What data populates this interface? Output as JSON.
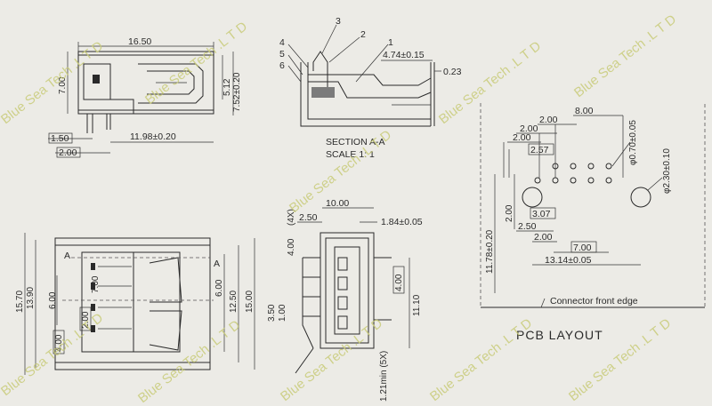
{
  "watermark": "Blue Sea Tech .L T D",
  "side_view": {
    "width": "16.50",
    "height": "7.00",
    "dim_512": "5.12",
    "dim_752": "7.52±0.20",
    "dim_150": "1.50",
    "dim_200": "2.00",
    "dim_1198": "11.98±0.20"
  },
  "section": {
    "callouts": [
      "1",
      "2",
      "3",
      "4",
      "5",
      "6"
    ],
    "dim_474": "4.74±0.15",
    "dim_023": "0.23",
    "title": "SECTION A-A",
    "scale": "SCALE 1: 1"
  },
  "front_view": {
    "dim_1570": "15.70",
    "dim_1390": "13.90",
    "dim_600a": "6.00",
    "dim_700": "7.00",
    "dim_200": "2.00",
    "dim_400": "4.00",
    "dim_600b": "6.00",
    "dim_1250": "12.50",
    "dim_1500": "15.00",
    "marker_a": "A"
  },
  "end_view": {
    "dim_1000": "10.00",
    "dim_250": "2.50",
    "dim_184": "1.84±0.05",
    "dim_4x": "(4X)",
    "dim_400a": "4.00",
    "dim_400b": "4.00",
    "dim_1110": "11.10",
    "dim_350": "3.50",
    "dim_100": "1.00",
    "dim_121": "1.21min (5X)"
  },
  "pcb": {
    "dim_800": "8.00",
    "dim_200a": "2.00",
    "dim_200b": "2.00",
    "dim_200c": "2.00",
    "dim_257": "2.57",
    "dim_070": "φ0.70±0.05",
    "dim_230": "φ2.30±0.10",
    "dim_1178": "11.78±0.20",
    "dim_200d": "2.00",
    "dim_307": "3.07",
    "dim_250": "2.50",
    "dim_200e": "2.00",
    "dim_700": "7.00",
    "dim_1314": "13.14±0.05",
    "edge_label": "Connector front edge",
    "title": "PCB LAYOUT"
  }
}
